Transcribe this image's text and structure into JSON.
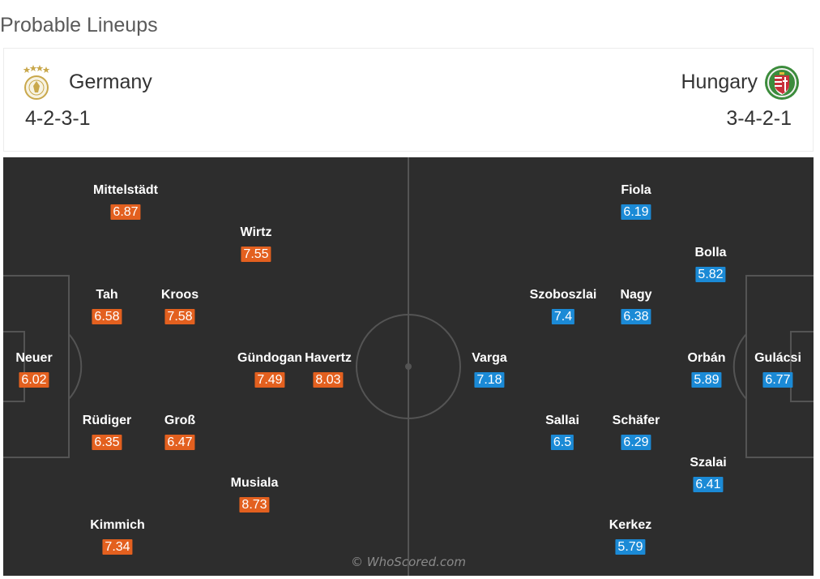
{
  "section_title": "Probable Lineups",
  "home": {
    "name": "Germany",
    "formation": "4-2-3-1",
    "crest_icon": "germany-dfb-crest-icon",
    "rating_color": "#e3601f"
  },
  "away": {
    "name": "Hungary",
    "formation": "3-4-2-1",
    "crest_icon": "hungary-mlsz-crest-icon",
    "rating_color": "#1b8ad6"
  },
  "home_players": [
    {
      "name": "Mittelstädt",
      "rating": "6.87"
    },
    {
      "name": "Wirtz",
      "rating": "7.55"
    },
    {
      "name": "Tah",
      "rating": "6.58"
    },
    {
      "name": "Kroos",
      "rating": "7.58"
    },
    {
      "name": "Neuer",
      "rating": "6.02"
    },
    {
      "name": "Gündogan",
      "rating": "7.49"
    },
    {
      "name": "Havertz",
      "rating": "8.03"
    },
    {
      "name": "Rüdiger",
      "rating": "6.35"
    },
    {
      "name": "Groß",
      "rating": "6.47"
    },
    {
      "name": "Musiala",
      "rating": "8.73"
    },
    {
      "name": "Kimmich",
      "rating": "7.34"
    }
  ],
  "away_players": [
    {
      "name": "Fiola",
      "rating": "6.19"
    },
    {
      "name": "Bolla",
      "rating": "5.82"
    },
    {
      "name": "Szoboszlai",
      "rating": "7.4"
    },
    {
      "name": "Nagy",
      "rating": "6.38"
    },
    {
      "name": "Varga",
      "rating": "7.18"
    },
    {
      "name": "Orbán",
      "rating": "5.89"
    },
    {
      "name": "Gulácsi",
      "rating": "6.77"
    },
    {
      "name": "Sallai",
      "rating": "6.5"
    },
    {
      "name": "Schäfer",
      "rating": "6.29"
    },
    {
      "name": "Szalai",
      "rating": "6.41"
    },
    {
      "name": "Kerkez",
      "rating": "5.79"
    }
  ],
  "watermark": "© WhoScored.com"
}
